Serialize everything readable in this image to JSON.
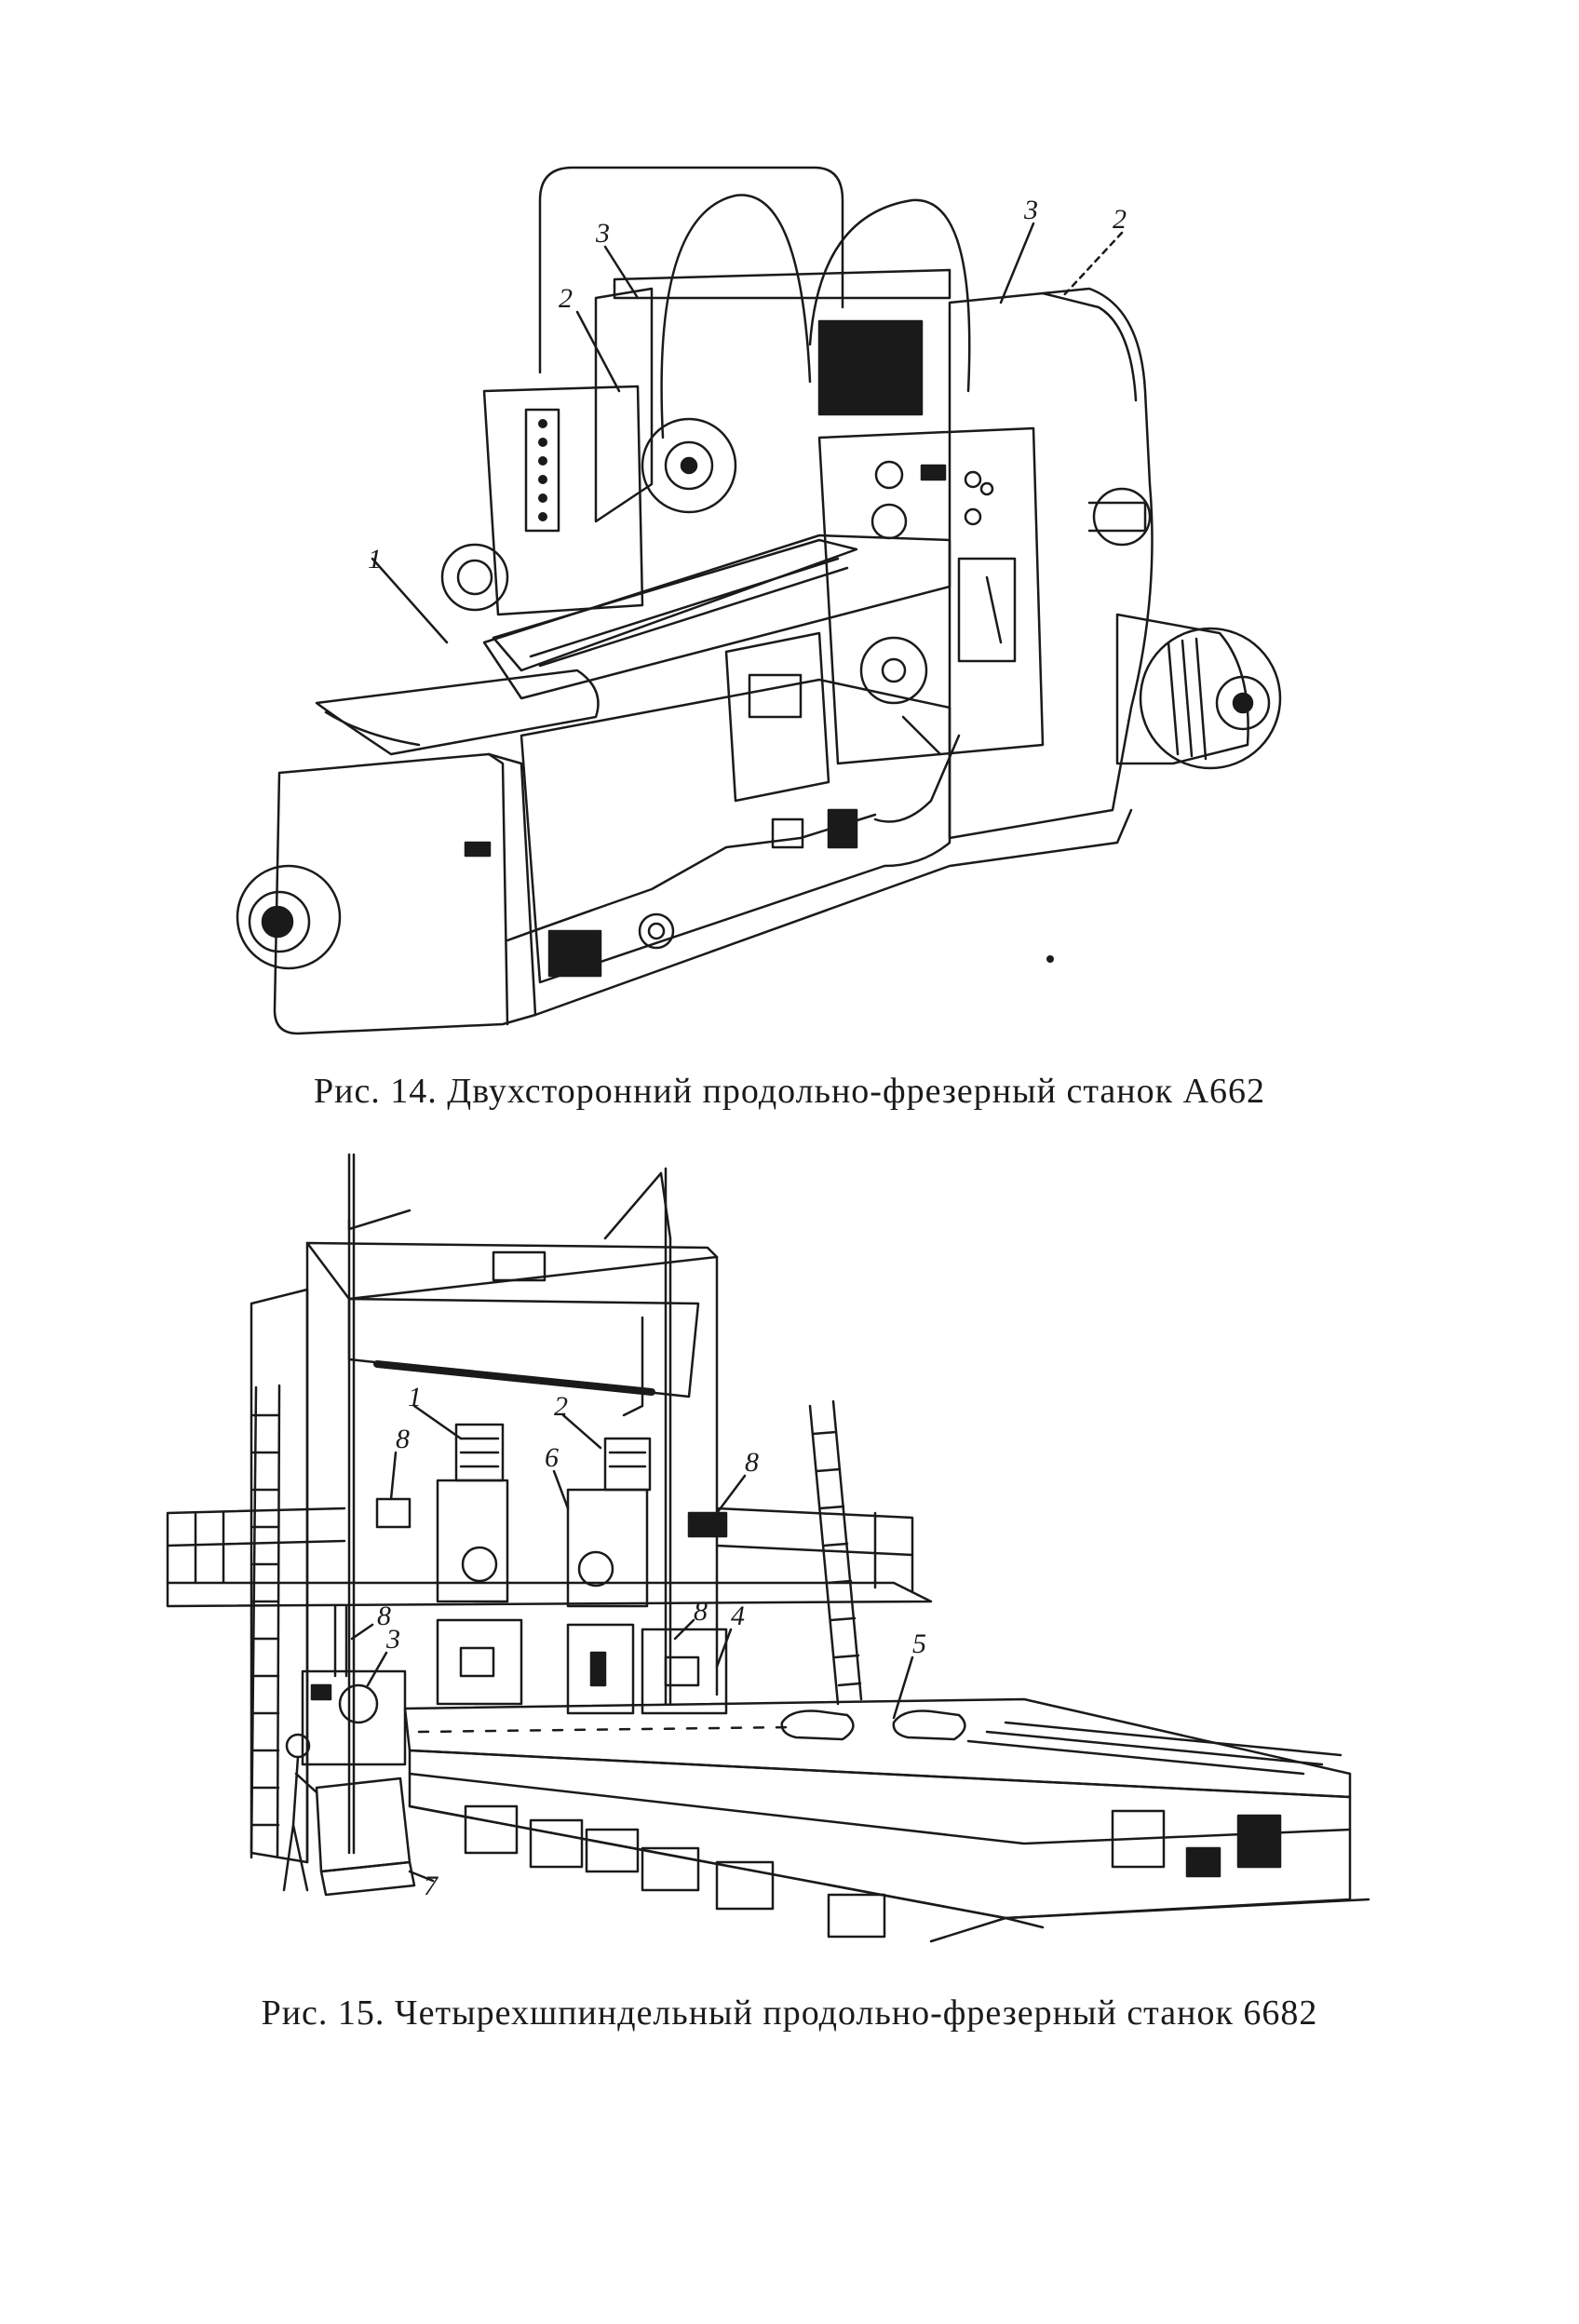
{
  "figures": [
    {
      "caption": "Рис. 14. Двухсторонний продольно-фрезерный станок А662",
      "callouts": [
        "1",
        "2",
        "3",
        "3",
        "2"
      ]
    },
    {
      "caption": "Рис. 15. Четырехшпиндельный продольно-фрезерный станок 6682",
      "callouts": [
        "1",
        "2",
        "8",
        "6",
        "8",
        "8",
        "3",
        "8",
        "4",
        "5",
        "7"
      ]
    }
  ]
}
